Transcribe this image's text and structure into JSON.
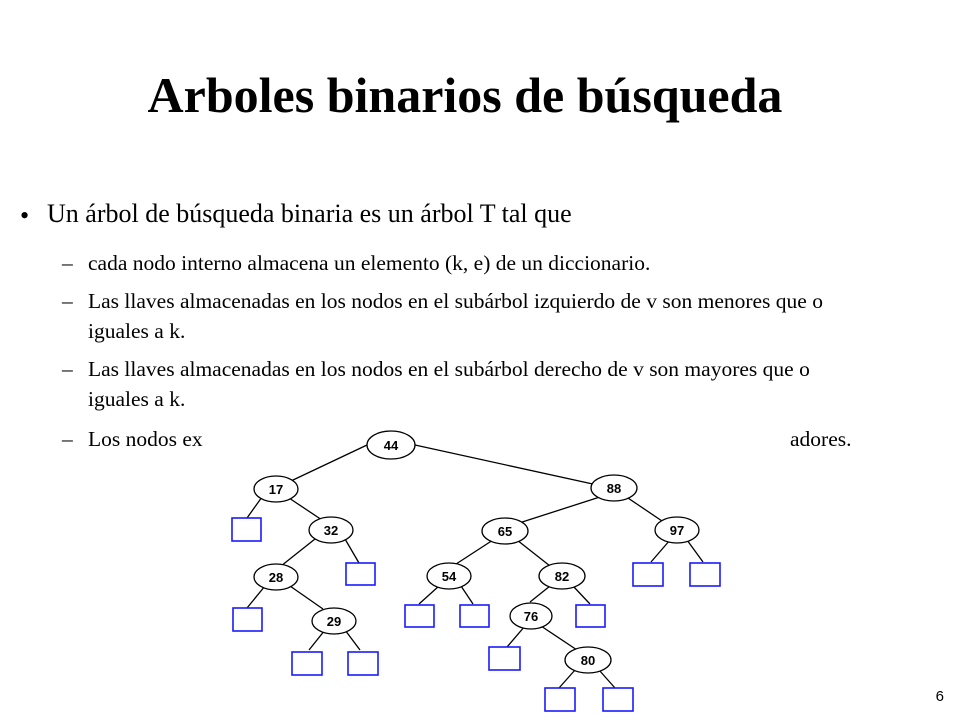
{
  "slide": {
    "title": "Arboles binarios de búsqueda",
    "bullet": {
      "marker": "•",
      "text": "Un árbol de búsqueda binaria es un árbol T tal que"
    },
    "subitems": [
      {
        "dash": "–",
        "text": "cada nodo interno almacena un elemento (k, e) de un diccionario."
      },
      {
        "dash": "–",
        "text": "Las llaves almacenadas en los nodos en el subárbol izquierdo de v son menores que o iguales a k."
      },
      {
        "dash": "–",
        "text": "Las llaves almacenadas en los nodos en el subárbol derecho de v son mayores que o iguales a k."
      },
      {
        "dash": "–",
        "text": "Los nodos ex",
        "tail": "adores."
      }
    ],
    "page_number": "6"
  },
  "tree": {
    "node_fill": "#ffffff",
    "leaf_color": "#1a1aff",
    "nodes": [
      {
        "id": "n44",
        "label": "44"
      },
      {
        "id": "n17",
        "label": "17"
      },
      {
        "id": "n88",
        "label": "88"
      },
      {
        "id": "n32",
        "label": "32"
      },
      {
        "id": "n65",
        "label": "65"
      },
      {
        "id": "n97",
        "label": "97"
      },
      {
        "id": "n28",
        "label": "28"
      },
      {
        "id": "n54",
        "label": "54"
      },
      {
        "id": "n82",
        "label": "82"
      },
      {
        "id": "n29",
        "label": "29"
      },
      {
        "id": "n76",
        "label": "76"
      },
      {
        "id": "n80",
        "label": "80"
      }
    ]
  }
}
